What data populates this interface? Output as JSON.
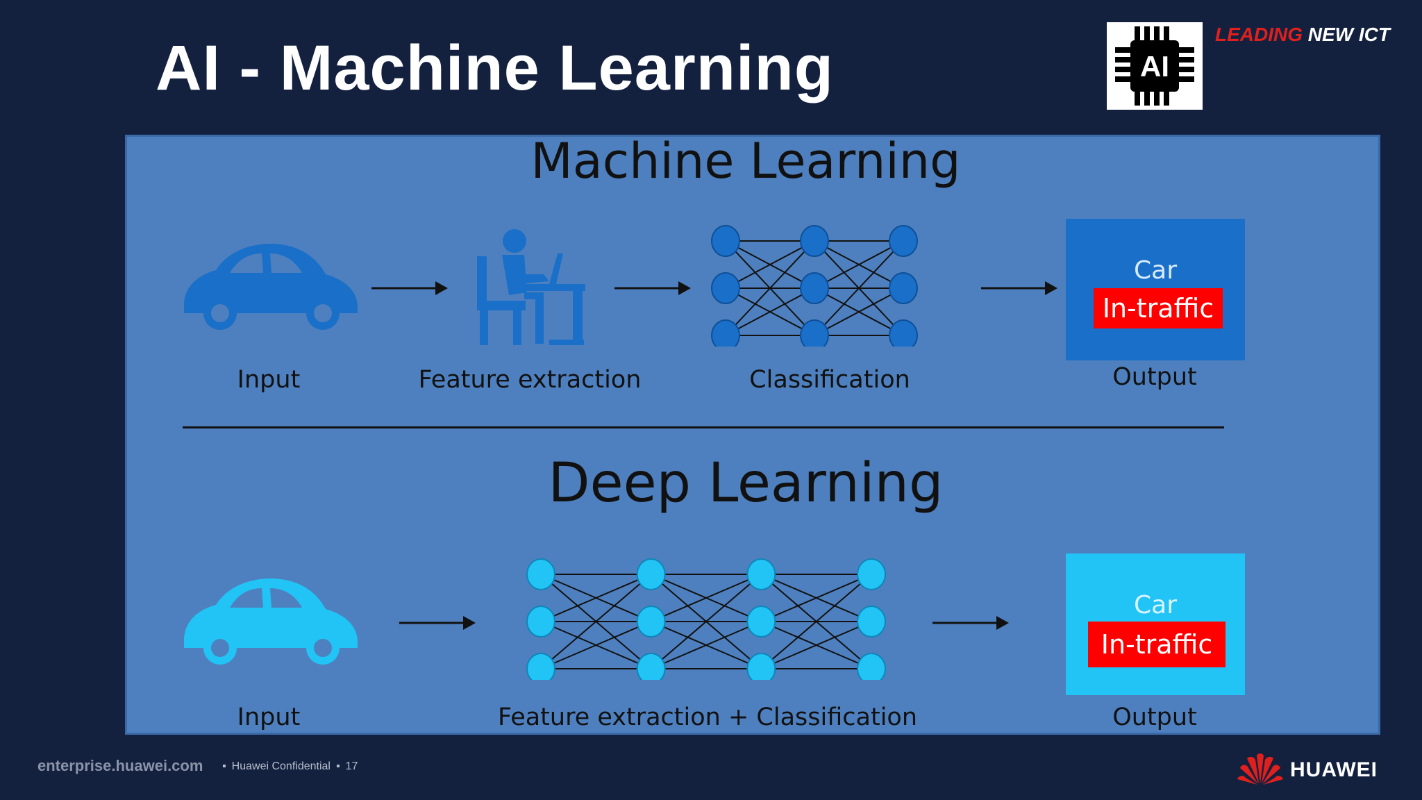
{
  "slide": {
    "title": "AI - Machine Learning",
    "tagline_red": "LEADING",
    "tagline_white": "NEW ICT",
    "chip_label": "AI"
  },
  "machine_learning": {
    "heading": "Machine Learning",
    "steps": [
      "Input",
      "Feature extraction",
      "Classification",
      "Output"
    ],
    "output": {
      "top": "Car",
      "badge": "In-traffic"
    }
  },
  "deep_learning": {
    "heading": "Deep Learning",
    "steps": [
      "Input",
      "Feature extraction + Classification",
      "Output"
    ],
    "output": {
      "top": "Car",
      "badge": "In-traffic"
    }
  },
  "colors": {
    "background": "#13213f",
    "panel": "#4e80bf",
    "ml_blue": "#1a6fc8",
    "dl_cyan": "#22c3f5",
    "badge_red": "#ff0000"
  },
  "footer": {
    "site": "enterprise.huawei.com",
    "confidential": "Huawei Confidential",
    "page": "17",
    "brand": "HUAWEI"
  }
}
